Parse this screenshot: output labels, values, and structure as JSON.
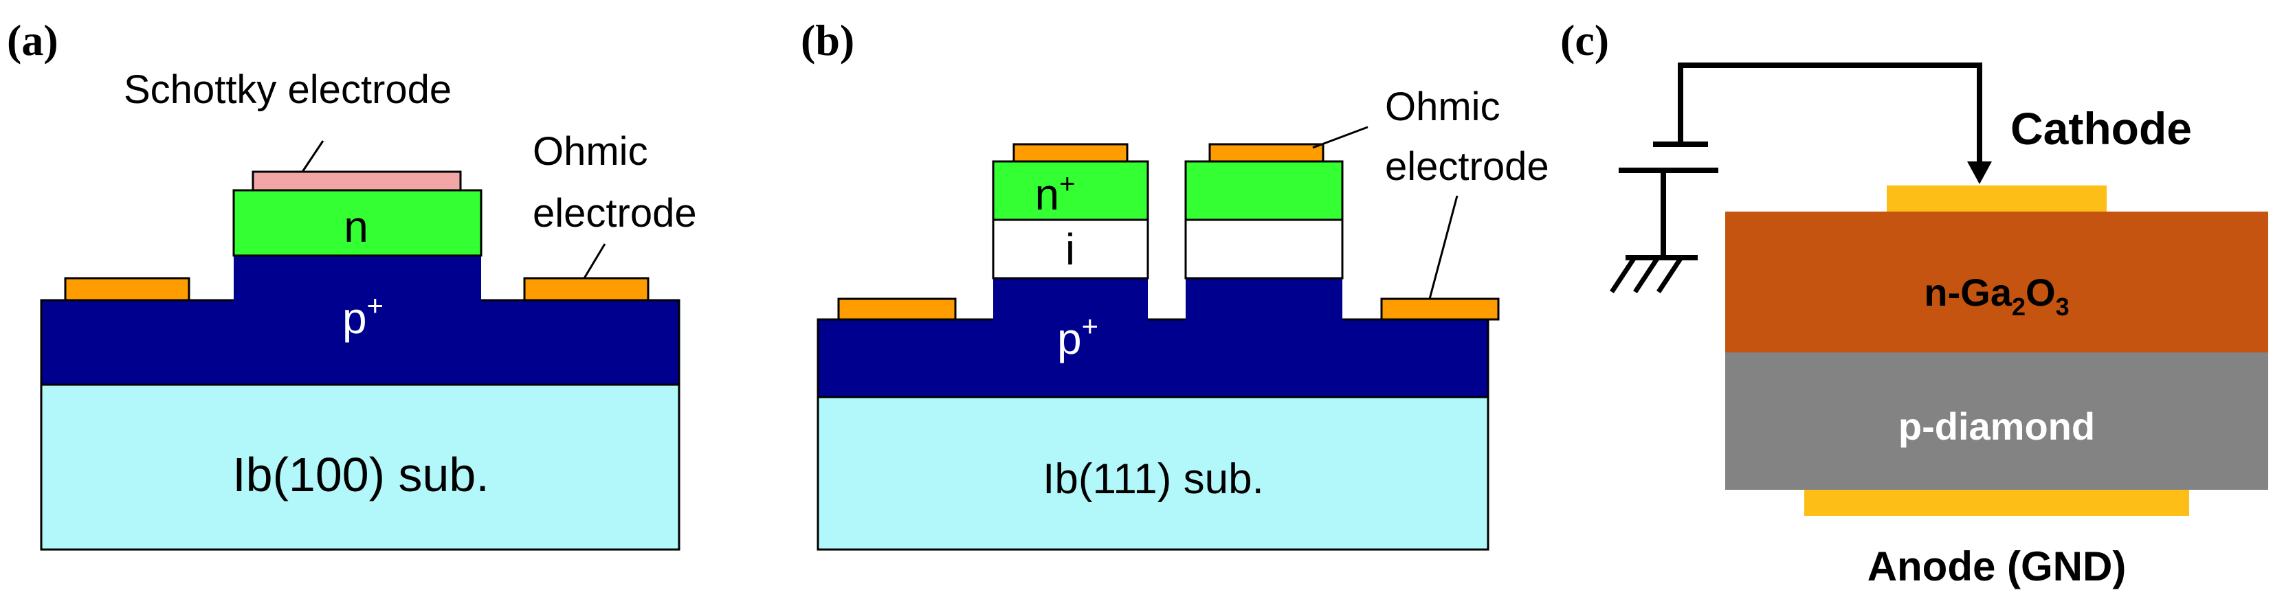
{
  "panels": {
    "a": {
      "label": "(a)",
      "schottky_label": "Schottky electrode",
      "ohmic_label_line1": "Ohmic",
      "ohmic_label_line2": "electrode",
      "n_layer": "n",
      "p_layer": "p",
      "p_sup": "+",
      "substrate": "Ib(100) sub."
    },
    "b": {
      "label": "(b)",
      "ohmic_label_line1": "Ohmic",
      "ohmic_label_line2": "electrode",
      "n_layer": "n",
      "n_sup": "+",
      "i_layer": "i",
      "p_layer": "p",
      "p_sup": "+",
      "substrate": "Ib(111) sub."
    },
    "c": {
      "label": "(c)",
      "cathode": "Cathode",
      "ga2o3_prefix": "n-Ga",
      "ga2o3_sub1": "2",
      "ga2o3_mid": "O",
      "ga2o3_sub2": "3",
      "diamond": "p-diamond",
      "anode": "Anode (GND)"
    }
  },
  "colors": {
    "substrate": "#b2f8fa",
    "p_plus": "#00008f",
    "n_layer": "#33ff33",
    "ohmic": "#ff9c00",
    "schottky": "#f2a6a6",
    "ga2o3": "#c55411",
    "diamond": "#838383",
    "contact": "#fdbe18"
  }
}
